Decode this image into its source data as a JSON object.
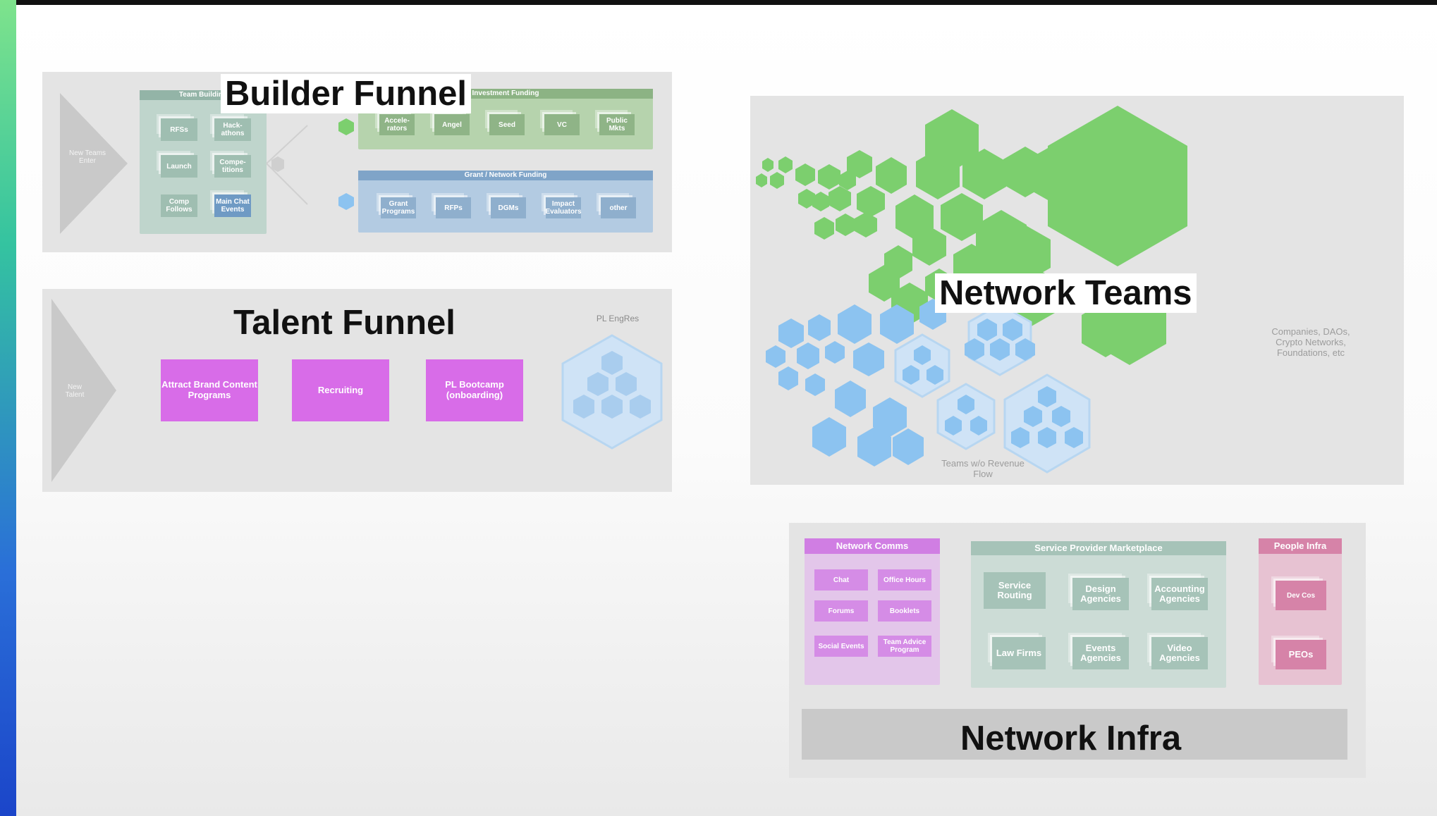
{
  "builder_funnel": {
    "title": "Builder Funnel",
    "entry_label": "New Teams Enter",
    "team_group": {
      "header": "Team Building",
      "items": [
        "RFSs",
        "Hack-athons",
        "Launch",
        "Compe-titions",
        "Comp Follows",
        "Main Chat Events"
      ]
    },
    "investment_group": {
      "header": "Investment Funding",
      "items": [
        "Accele-rators",
        "Angel",
        "Seed",
        "VC",
        "Public Mkts"
      ]
    },
    "grant_group": {
      "header": "Grant / Network Funding",
      "items": [
        "Grant Programs",
        "RFPs",
        "DGMs",
        "Impact Evaluators",
        "other"
      ]
    }
  },
  "talent_funnel": {
    "title": "Talent Funnel",
    "entry_label": "New Talent",
    "steps": [
      "Attract Brand Content Programs",
      "Recruiting",
      "PL Bootcamp (onboarding)"
    ],
    "engres_label": "PL EngRes"
  },
  "network_teams": {
    "title": "Network Teams",
    "companies_note": "Companies, DAOs, Crypto Networks, Foundations, etc",
    "teams_note": "Teams w/o Revenue Flow"
  },
  "network_infra": {
    "title": "Network Infra",
    "comms": {
      "header": "Network Comms",
      "items": [
        "Chat",
        "Office Hours",
        "Forums",
        "Booklets",
        "Social Events",
        "Team Advice Program"
      ]
    },
    "marketplace": {
      "header": "Service Provider Marketplace",
      "items": [
        "Service Routing",
        "Design Agencies",
        "Accounting Agencies",
        "Law Firms",
        "Events Agencies",
        "Video Agencies"
      ]
    },
    "people": {
      "header": "People Infra",
      "items": [
        "Dev Cos",
        "PEOs"
      ]
    }
  },
  "colors": {
    "green": "#7ccf6e",
    "blue": "#9dc8ee",
    "magenta": "#d86ce8",
    "panel": "#e4e4e4"
  }
}
